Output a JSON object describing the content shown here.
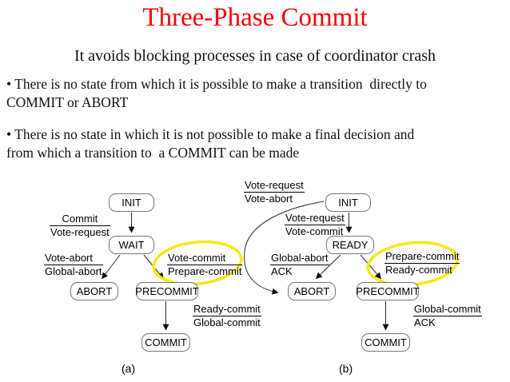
{
  "title": "Three-Phase Commit",
  "subtitle": "It avoids blocking processes in case of coordinator crash",
  "bullets": [
    "• There is no state from which it is possible to make a transition  directly to\nCOMMIT or ABORT",
    "• There is no state in which it is not possible to make a final decision and\nfrom which a transition to  a COMMIT can be made"
  ],
  "colors": {
    "title": "#ff0000",
    "text": "#111111",
    "highlight": "#f5e913",
    "line": "#2b2b2b",
    "box_border": "#777777"
  },
  "diagram_a": {
    "caption": "(a)",
    "states": {
      "init": "INIT",
      "wait": "WAIT",
      "abort": "ABORT",
      "precommit": "PRECOMMIT",
      "commit": "COMMIT"
    },
    "transitions": {
      "init_wait": {
        "top": "Commit",
        "bottom": "Vote-request"
      },
      "wait_abort": {
        "top": "Vote-abort",
        "bottom": "Global-abort"
      },
      "wait_precommit": {
        "top": "Vote-commit",
        "bottom": "Prepare-commit",
        "highlighted": true
      },
      "precommit_commit": {
        "top": "Ready-commit",
        "bottom": "Global-commit"
      }
    }
  },
  "diagram_b": {
    "caption": "(b)",
    "states": {
      "init": "INIT",
      "ready": "READY",
      "abort": "ABORT",
      "precommit": "PRECOMMIT",
      "commit": "COMMIT"
    },
    "transitions": {
      "init_abort": {
        "top": "Vote-request",
        "bottom": "Vote-abort"
      },
      "init_ready": {
        "top": "Vote-request",
        "bottom": "Vote-commit"
      },
      "ready_abort": {
        "top": "Global-abort",
        "bottom": "ACK"
      },
      "ready_precommit": {
        "top": "Prepare-commit",
        "bottom": "Ready-commit",
        "highlighted": true
      },
      "precommit_commit": {
        "top": "Global-commit",
        "bottom": "ACK"
      }
    }
  }
}
